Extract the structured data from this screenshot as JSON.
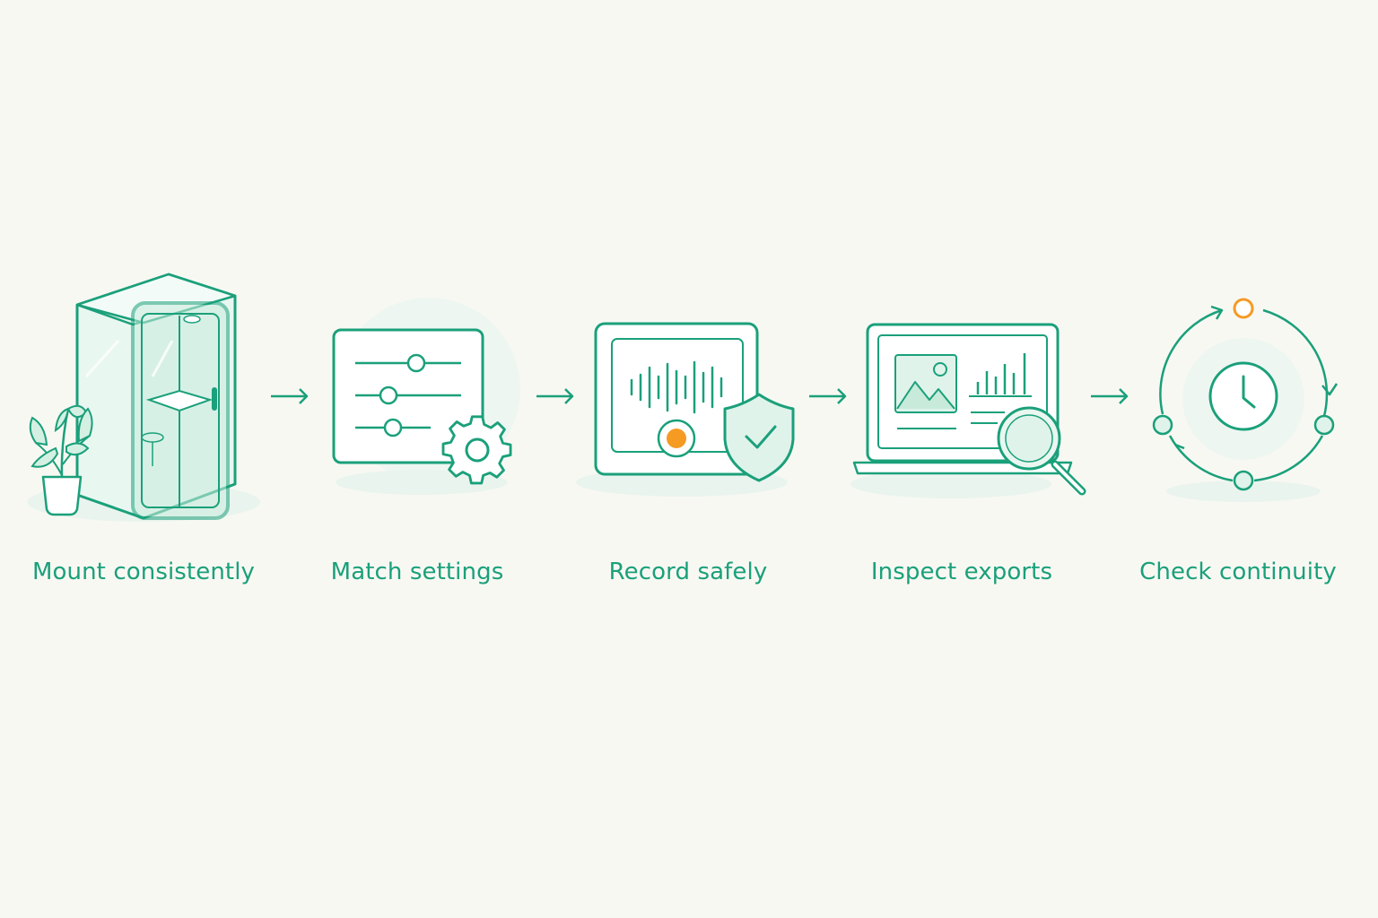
{
  "colors": {
    "background": "#f8f8f3",
    "accent": "#1aa07a",
    "accent_fill": "#dff3ea",
    "highlight": "#f59a23"
  },
  "steps": [
    {
      "label": "Mount consistently",
      "icon": "phone-booth-icon"
    },
    {
      "label": "Match settings",
      "icon": "settings-sliders-icon"
    },
    {
      "label": "Record safely",
      "icon": "recording-shield-icon"
    },
    {
      "label": "Inspect exports",
      "icon": "laptop-inspect-icon"
    },
    {
      "label": "Check continuity",
      "icon": "continuity-cycle-icon"
    }
  ],
  "connectors": [
    "arrow-right-icon",
    "arrow-right-icon",
    "arrow-right-icon",
    "arrow-right-icon"
  ]
}
